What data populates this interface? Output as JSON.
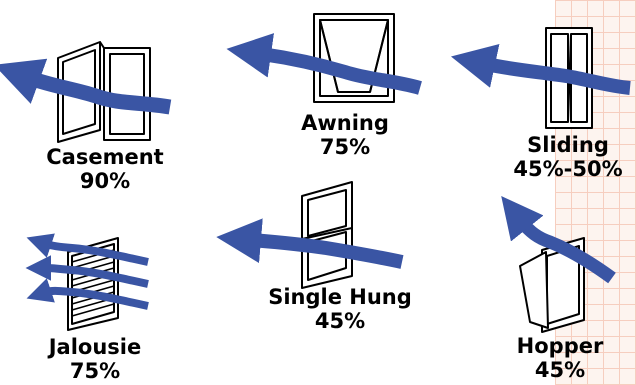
{
  "windows": [
    {
      "name": "Casement",
      "value": "90%"
    },
    {
      "name": "Awning",
      "value": "75%"
    },
    {
      "name": "Sliding",
      "value": "45%-50%"
    },
    {
      "name": "Jalousie",
      "value": "75%"
    },
    {
      "name": "Single Hung",
      "value": "45%"
    },
    {
      "name": "Hopper",
      "value": "45%"
    }
  ],
  "colors": {
    "arrow": "#3a55a4",
    "frame": "#000000",
    "grid_line": "#f6c9b9",
    "grid_bg": "#fdf3ee"
  }
}
